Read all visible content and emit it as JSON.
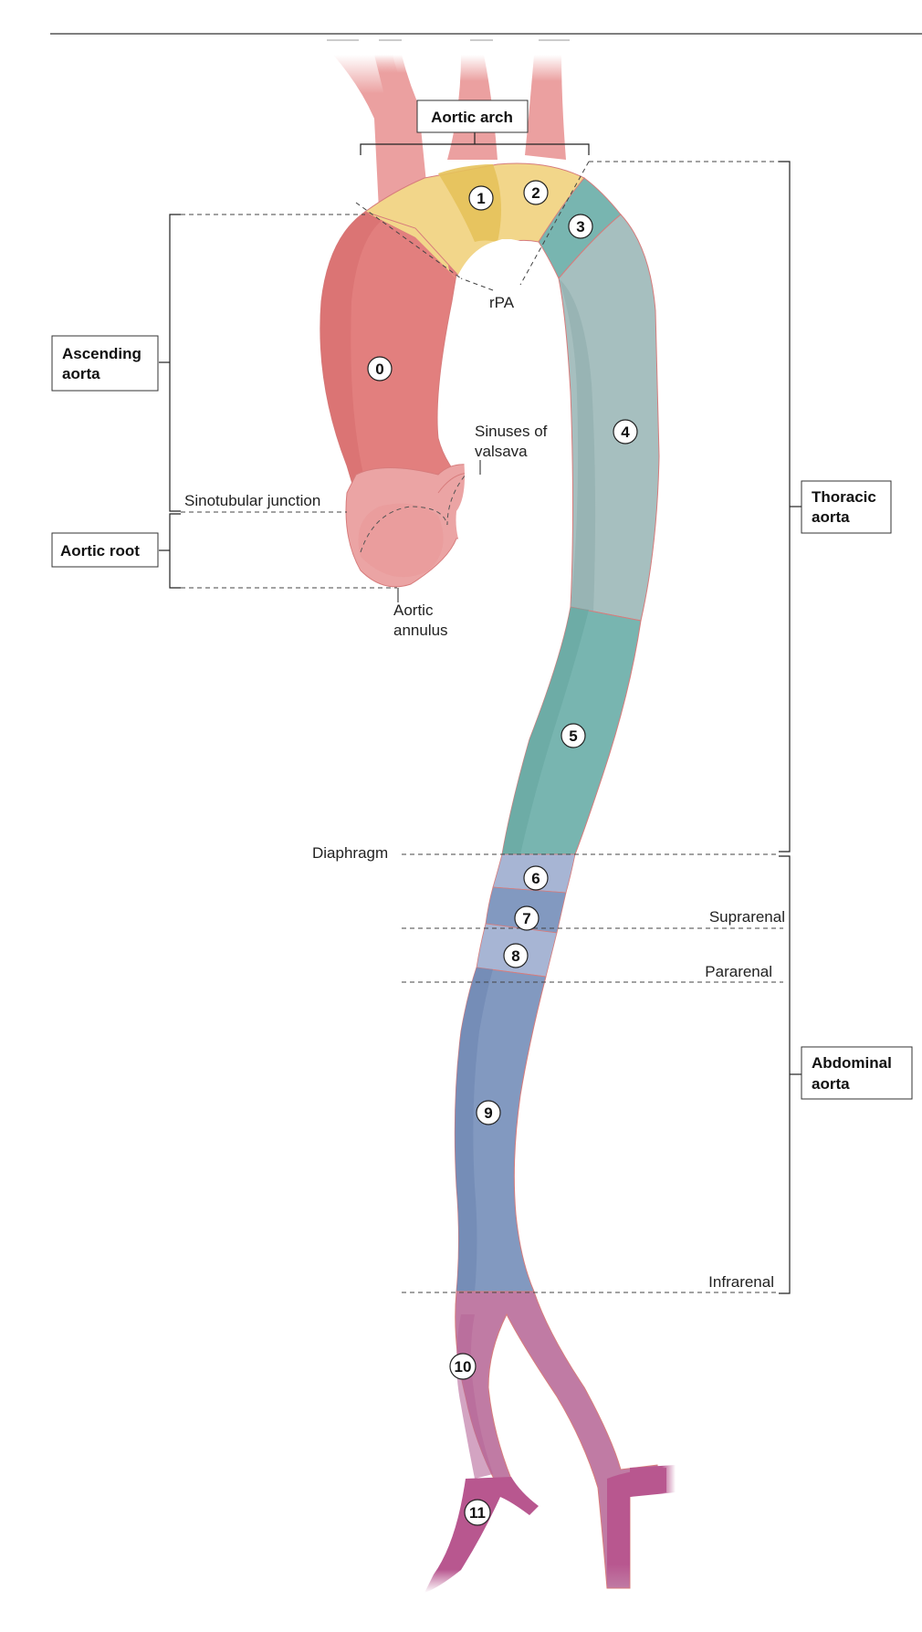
{
  "region_labels": {
    "aortic_arch": "Aortic arch",
    "ascending_aorta": [
      "Ascending",
      "aorta"
    ],
    "aortic_root": "Aortic root",
    "thoracic_aorta": [
      "Thoracic",
      "aorta"
    ],
    "abdominal_aorta": [
      "Abdominal",
      "aorta"
    ]
  },
  "landmarks": {
    "sinotubular_junction": "Sinotubular junction",
    "sinuses_of_valsava": [
      "Sinuses of",
      "valsava"
    ],
    "aortic_annulus": [
      "Aortic",
      "annulus"
    ],
    "rpa": "rPA",
    "diaphragm": "Diaphragm",
    "suprarenal": "Suprarenal",
    "pararenal": "Pararenal",
    "infrarenal": "Infrarenal"
  },
  "zones": [
    "0",
    "1",
    "2",
    "3",
    "4",
    "5",
    "6",
    "7",
    "8",
    "9",
    "10",
    "11"
  ],
  "colors": {
    "ascending": "#e27f7e",
    "root": "#eba4a4",
    "arch": "#f2d68a",
    "arch_dark": "#e6c25a",
    "thoracic_upper": "#a6bfbf",
    "thoracic_teal": "#78b5b0",
    "abdominal_light": "#a7b5d4",
    "abdominal": "#8299c0",
    "iliac": "#c07ba4",
    "arch_vessels": "#eba0a0",
    "outline": "#d77c7c"
  }
}
